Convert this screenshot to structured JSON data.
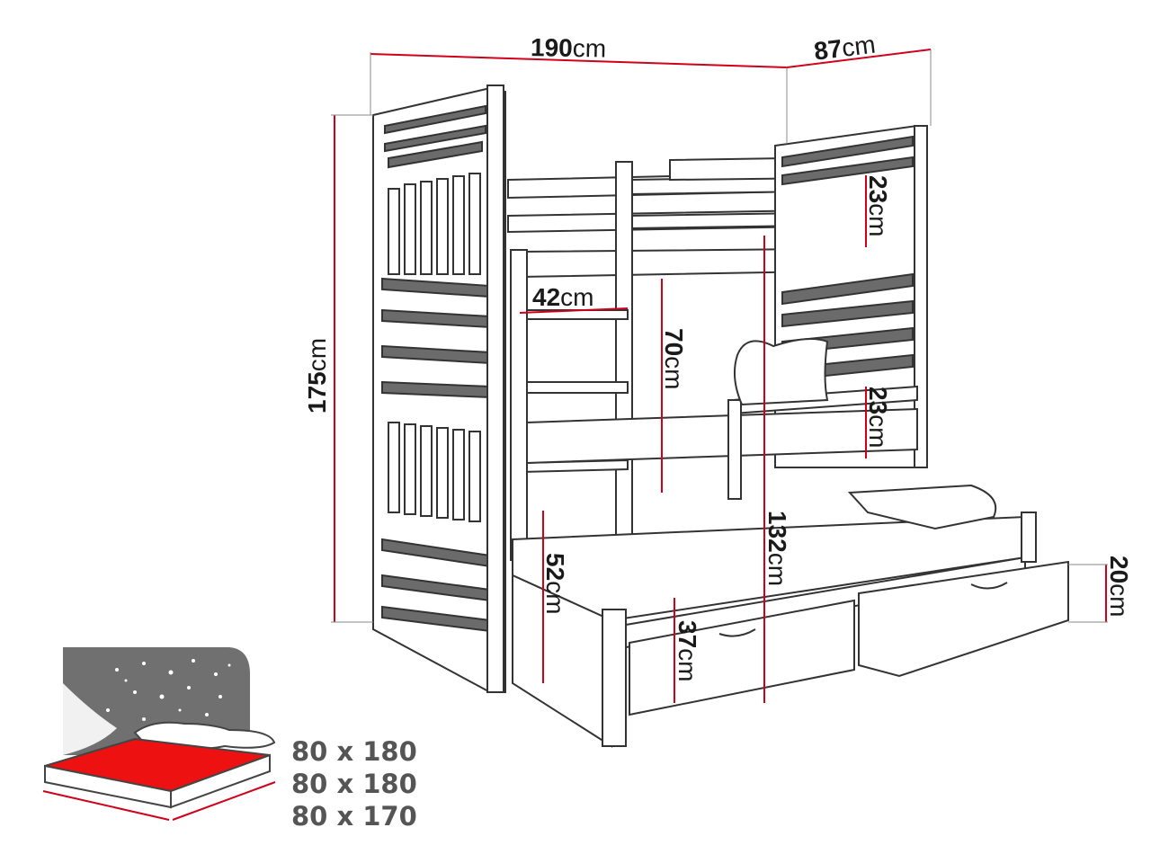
{
  "dimensions": {
    "length": {
      "value": "190",
      "unit": "cm"
    },
    "depth": {
      "value": "87",
      "unit": "cm"
    },
    "height": {
      "value": "175",
      "unit": "cm"
    },
    "ladder_width": {
      "value": "42",
      "unit": "cm"
    },
    "upper_clearance": {
      "value": "70",
      "unit": "cm"
    },
    "top_rail": {
      "value": "23",
      "unit": "cm"
    },
    "middle_rail": {
      "value": "23",
      "unit": "cm"
    },
    "lower_height": {
      "value": "52",
      "unit": "cm"
    },
    "upper_bed_height": {
      "value": "132",
      "unit": "cm"
    },
    "trundle_height": {
      "value": "37",
      "unit": "cm"
    },
    "drawer_height": {
      "value": "20",
      "unit": "cm"
    }
  },
  "mattress_sizes": [
    "80 x 180",
    "80 x 180",
    "80 x 170"
  ],
  "colors": {
    "dimension_line": "#d0001a",
    "mattress": "#ee1111",
    "outline": "#333333",
    "panel": "#6b6b6b",
    "star_bg": "#707070"
  }
}
